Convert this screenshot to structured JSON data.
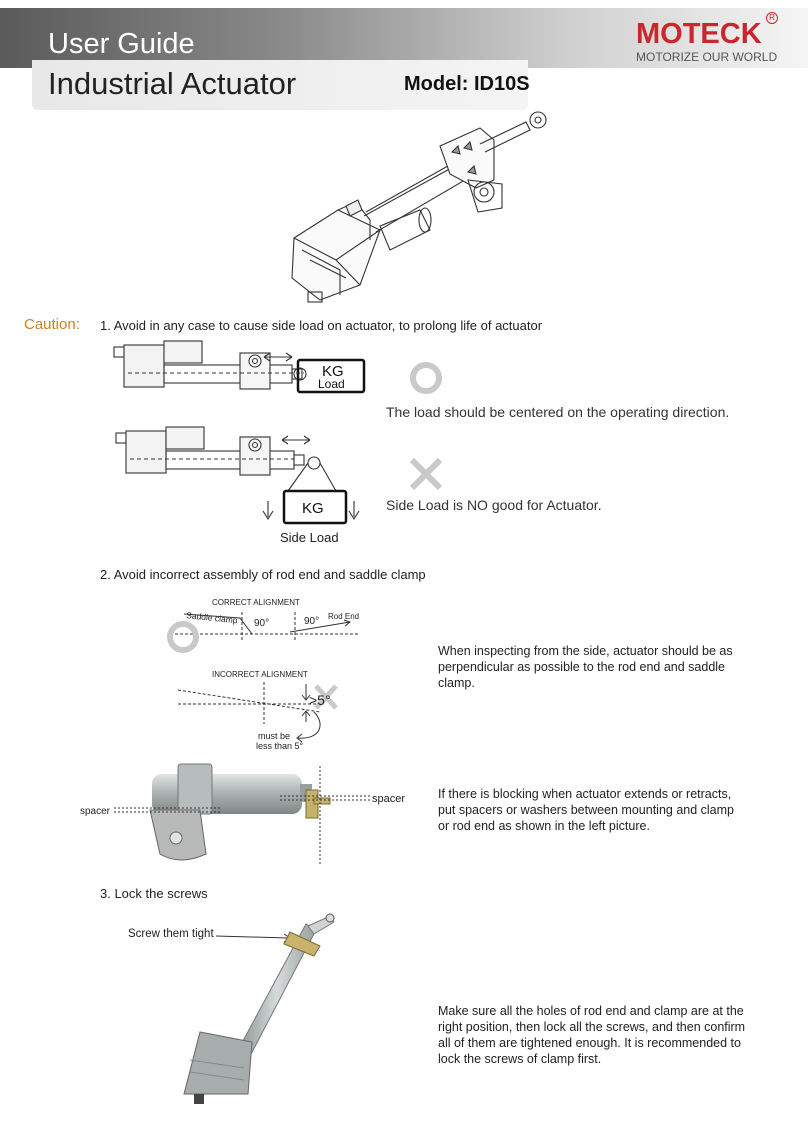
{
  "header": {
    "guide_label": "User Guide",
    "product": "Industrial  Actuator",
    "model": "Model: ID10S",
    "brand": "MOTECK",
    "registered": "R",
    "slogan": "MOTORIZE OUR WORLD"
  },
  "caution": {
    "label": "Caution:",
    "item1": "1. Avoid in any case to cause side load on actuator, to prolong life of actuator",
    "kg": "KG",
    "load": "Load",
    "centered_text": "The load should be centered on the operating direction.",
    "side_text": "Side Load is NO good for Actuator.",
    "side_load_label": "Side Load"
  },
  "section2": {
    "title": "2. Avoid incorrect assembly of rod end and saddle clamp",
    "correct_alignment": "CORRECT  ALIGNMENT",
    "saddle_clamp": "Saddle clamp",
    "rod_end": "Rod End",
    "deg90": "90°",
    "incorrect_alignment": "INCORRECT ALIGNMENT",
    "gt5": ">5°",
    "must_be": "must be",
    "less_than": "less than 5°",
    "inspect_text": [
      "When inspecting from the side, actuator should be as",
      "perpendicular as possible to  the rod end and saddle",
      "clamp."
    ],
    "spacer_left": "spacer",
    "spacer_right": "spacer",
    "blocking_text": [
      "If there is blocking when actuator extends or retracts,",
      "put spacers or washers between mounting and clamp",
      "or rod end as shown in the left picture."
    ]
  },
  "section3": {
    "title": "3. Lock the screws",
    "screw_label": "Screw them tight",
    "text": [
      "Make sure all the holes of rod end and clamp are at the",
      "right position, then lock all the screws, and then confirm",
      "all of them are tightened  enough. It is recommended to",
      "lock the screws of clamp first."
    ]
  },
  "colors": {
    "brand_red": "#c8282d",
    "caution_orange": "#d07f1d",
    "mark_gray": "#c9c9c9"
  }
}
